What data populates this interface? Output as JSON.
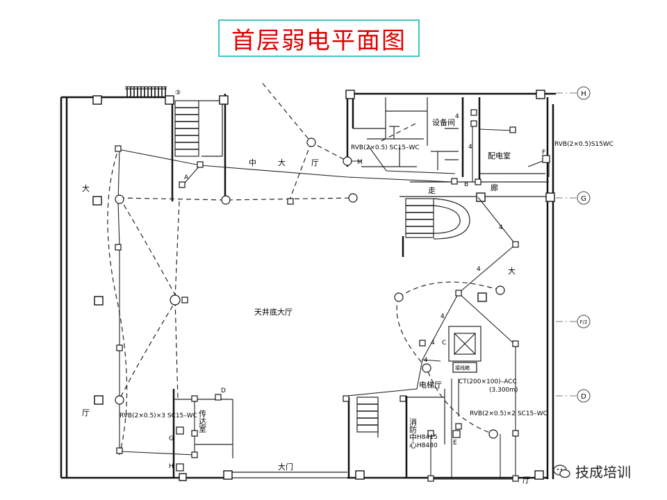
{
  "title": "首层弱电平面图",
  "rooms": {
    "equipment_room": "设备间",
    "distribution_room": "配电室",
    "atrium_hall": "天井底大厅",
    "reception": "传达室",
    "fire_control": "消防中心",
    "elevator_hall": "电梯厅",
    "main_gate": "大门",
    "corridor_a": "走",
    "corridor_b": "廊",
    "middle_hall": [
      "中",
      "大",
      "厅"
    ],
    "left_hall": [
      "大",
      "厅"
    ],
    "right_hall": [
      "大",
      "厅"
    ]
  },
  "cables": {
    "c1": "RVB(2×0.5) SC15–WC",
    "c2": "RVB(2×0.5)S15WC",
    "c3": "RVB(2×0.5)×3 SC15–WC",
    "c4": "RVB(2×0.5)×2 SC15–WC",
    "c5": "CT(200×100)–ACC",
    "c6": "(3.300m)",
    "fire_box": "接线箱"
  },
  "devices": {
    "h1": "H8415",
    "h2": "H8480"
  },
  "markers": [
    "A",
    "B",
    "C",
    "D",
    "E",
    "F",
    "G",
    "H",
    "M"
  ],
  "counts": [
    "4",
    "4",
    "4",
    "4",
    "4",
    "4",
    "4"
  ],
  "axes": [
    "H",
    "G",
    "F/2",
    "D",
    "③"
  ],
  "watermark": "技成培训",
  "colors": {
    "title": "#e00000",
    "title_border": "#3cc6c0"
  }
}
